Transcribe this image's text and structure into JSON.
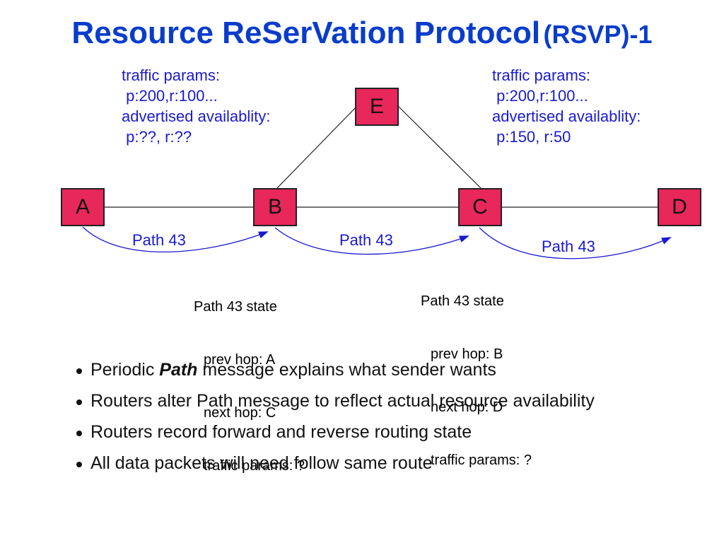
{
  "title": {
    "main": "Resource ReSerVation Protocol",
    "suffix": "(RSVP)-1"
  },
  "nodes": {
    "a": "A",
    "b": "B",
    "c": "C",
    "d": "D",
    "e": "E"
  },
  "left_params": {
    "line1": "traffic params:",
    "line2": " p:200,r:100...",
    "line3": "advertised availablity:",
    "line4": " p:??, r:??"
  },
  "right_params": {
    "line1": "traffic params:",
    "line2": " p:200,r:100...",
    "line3": "advertised availablity:",
    "line4": " p:150, r:50"
  },
  "path_labels": [
    "Path 43",
    "Path 43",
    "Path 43"
  ],
  "state_b": {
    "title": "Path 43 state",
    "prev": "prev hop: A",
    "next": "next hop: C",
    "traffic": "traffic params: ?"
  },
  "state_c": {
    "title": "Path 43 state",
    "prev": "prev hop: B",
    "next": "next hop: D",
    "traffic": "traffic params: ?"
  },
  "bullets": {
    "b1_pre": "Periodic ",
    "b1_em": "Path",
    "b1_post": " message explains what sender wants",
    "b2": "Routers alter Path message to reflect actual resource availability",
    "b3": "Routers record forward and reverse routing state",
    "b4": "All data packets will need follow same route"
  },
  "colors": {
    "title": "#0a3ccc",
    "node_fill": "#e8275a",
    "annotation": "#1a1ad0"
  }
}
